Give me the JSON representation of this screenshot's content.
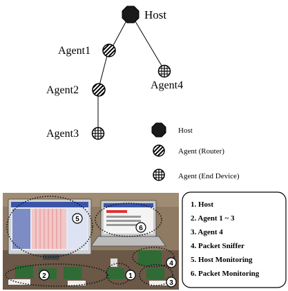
{
  "tree": {
    "host_label": "Host",
    "agent1_label": "Agent1",
    "agent2_label": "Agent2",
    "agent3_label": "Agent3",
    "agent4_label": "Agent4",
    "octagon_color": "#1a1a1a"
  },
  "legend": {
    "items": [
      {
        "icon": "octagon-icon",
        "label": "Host"
      },
      {
        "icon": "striped-circle-icon",
        "label": "Agent (Router)"
      },
      {
        "icon": "crosshatch-circle-icon",
        "label": "Agent (End Device)"
      }
    ]
  },
  "photo": {
    "callouts": [
      "5",
      "6",
      "4",
      "2",
      "1",
      "3"
    ],
    "background_colors": {
      "wall": "#8f7a63",
      "table": "#6b5847",
      "monitor_screen": "#7d8cc4",
      "board": "#2f6b35"
    }
  },
  "photo_legend": {
    "items": [
      "1. Host",
      "2. Agent 1 ~ 3",
      "3. Agent 4",
      "4. Packet Sniffer",
      "5. Host Monitoring",
      "6. Packet Monitoring"
    ]
  }
}
